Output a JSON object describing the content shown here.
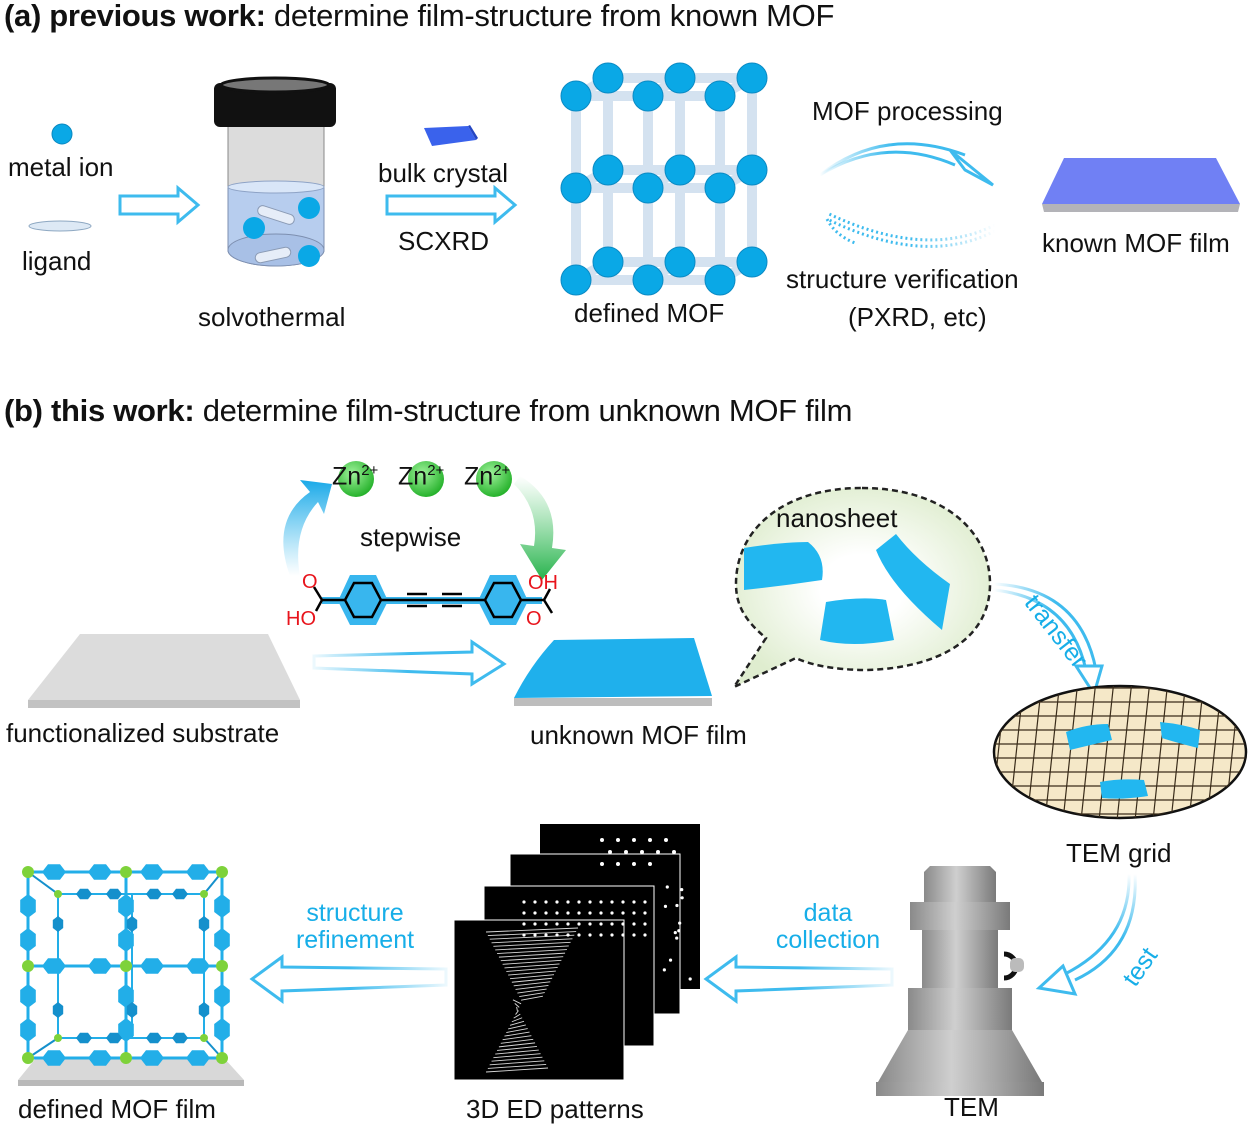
{
  "panel_a": {
    "heading_bold": "(a) previous work:",
    "heading_rest": " determine film-structure from known MOF",
    "labels": {
      "metal_ion": "metal ion",
      "ligand": "ligand",
      "solvothermal": "solvothermal",
      "bulk_crystal": "bulk crystal",
      "scxrd": "SCXRD",
      "defined_mof": "defined MOF",
      "mof_processing": "MOF processing",
      "structure_verification": "structure verification",
      "pxrd_etc": "(PXRD, etc)",
      "known_mof_film": "known MOF film"
    }
  },
  "panel_b": {
    "heading_bold": "(b) this work:",
    "heading_rest": " determine film-structure from unknown MOF film",
    "labels": {
      "zn_ion": "Zn",
      "zn_charge": "2+",
      "stepwise": "stepwise",
      "ho": "HO",
      "oh": "OH",
      "o": "O",
      "functionalized_substrate": "functionalized substrate",
      "unknown_mof_film": "unknown MOF film",
      "nanosheet": "nanosheet",
      "transfer": "transfer",
      "tem_grid": "TEM grid",
      "test": "test",
      "tem": "TEM",
      "data_collection_1": "data",
      "data_collection_2": "collection",
      "ed_patterns": "3D ED patterns",
      "structure_refinement_1": "structure",
      "structure_refinement_2": "refinement",
      "defined_mof_film": "defined MOF film"
    }
  },
  "colors": {
    "accent_blue": "#17aee8",
    "metal_node": "#0aa8e6",
    "zn_green": "#3ccf3c",
    "acid_red": "#e8141c",
    "known_film": "#7080f4",
    "grid_beige": "#f5e8c8"
  }
}
